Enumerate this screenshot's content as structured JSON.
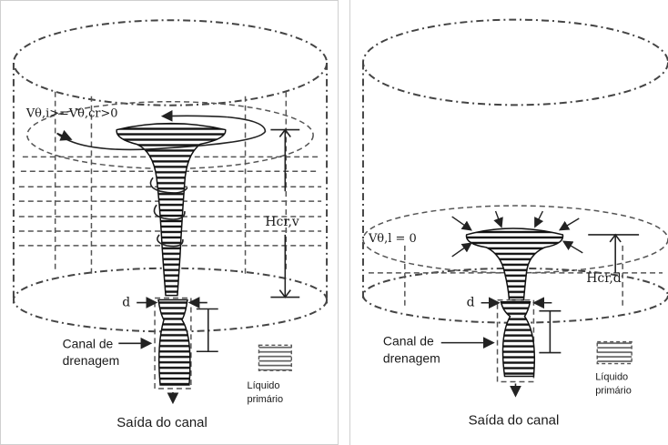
{
  "left": {
    "velocity_label": "Vθ,i>=Vθ,cr>0",
    "height_label": "Hcr,v",
    "diameter_label": "d",
    "channel_label_line1": "Canal de",
    "channel_label_line2": "drenagem",
    "liquid_label_line1": "Líquido",
    "liquid_label_line2": "primário",
    "outlet_label": "Saída do canal"
  },
  "right": {
    "velocity_label": "Vθ,l = 0",
    "height_label": "Hcr,d",
    "diameter_label": "d",
    "channel_label_line1": "Canal de",
    "channel_label_line2": "drenagem",
    "liquid_label_line1": "Líquido",
    "liquid_label_line2": "primário",
    "outlet_label": "Saída do canal"
  }
}
